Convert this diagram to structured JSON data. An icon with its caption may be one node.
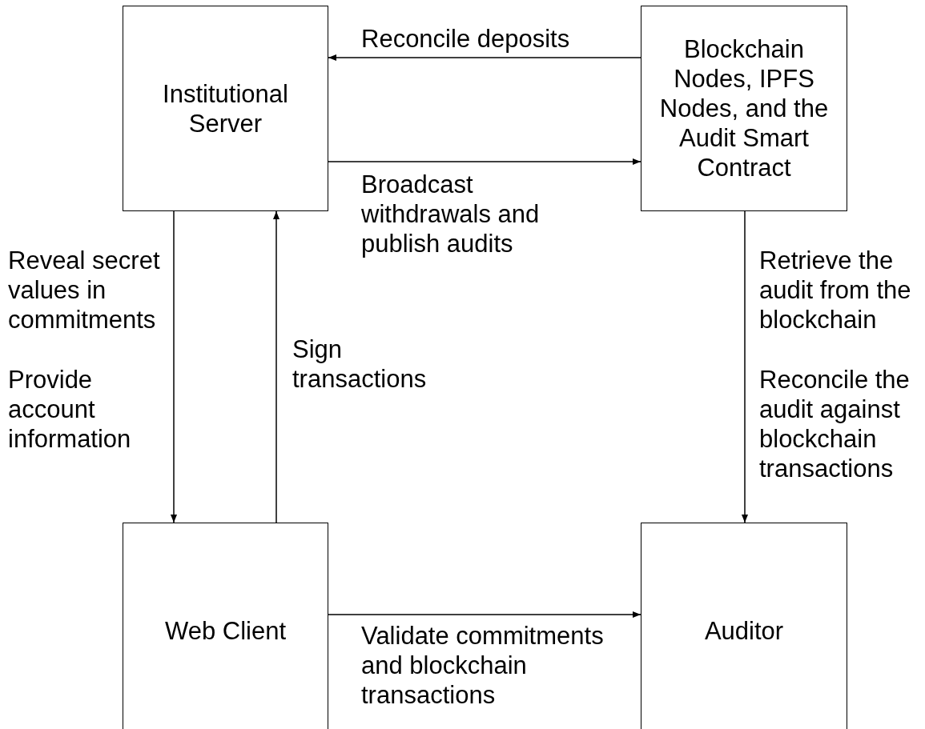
{
  "diagram": {
    "nodes": [
      {
        "text": [
          "Institutional Server"
        ]
      },
      {
        "text": [
          "Blockchain Nodes, IPFS Nodes, and the Audit Smart Contract"
        ]
      },
      {
        "text": [
          "Web Client"
        ]
      },
      {
        "text": [
          "Auditor"
        ]
      }
    ],
    "edges": [
      {
        "from": 1,
        "to": 0,
        "arrow": "to",
        "label": "Reconcile deposits"
      },
      {
        "from": 0,
        "to": 1,
        "arrow": "to",
        "label": "Broadcast withdrawals and publish audits"
      },
      {
        "from": 0,
        "to": 2,
        "arrow": "to",
        "label": "Reveal secret values in commitments"
      },
      {
        "from": 2,
        "to": 0,
        "arrow": "to",
        "label": "Sign transactions"
      },
      {
        "from": 1,
        "to": 3,
        "arrow": "to",
        "label": "Retrieve the audit from the blockchain"
      },
      {
        "from": 2,
        "to": 3,
        "arrow": "to",
        "label": "Validate commitments and blockchain transactions"
      }
    ],
    "labels": [
      "Provide account information",
      "Reconcile the audit against blockchain transactions"
    ]
  }
}
